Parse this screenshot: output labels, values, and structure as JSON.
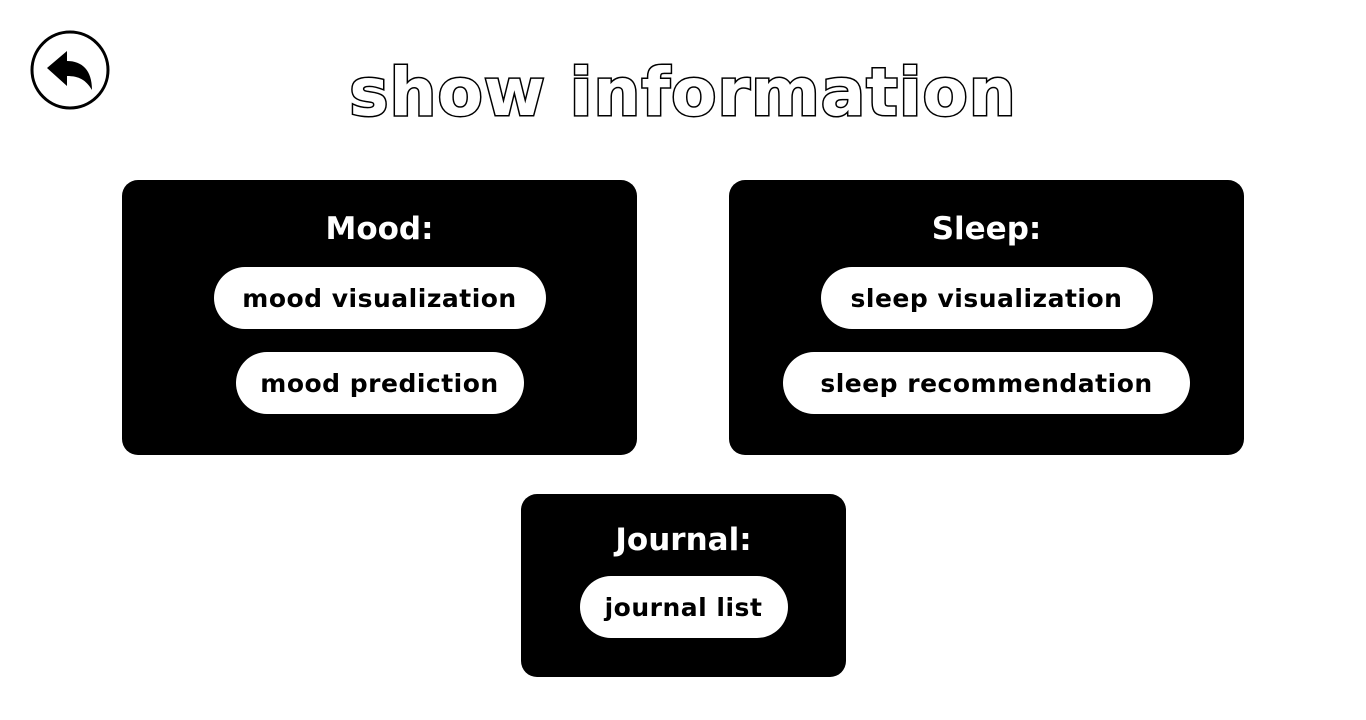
{
  "header": {
    "title": "show information",
    "back_icon": "back-arrow-icon"
  },
  "mood": {
    "heading": "Mood:",
    "buttons": [
      {
        "label": "mood visualization"
      },
      {
        "label": "mood prediction"
      }
    ]
  },
  "sleep": {
    "heading": "Sleep:",
    "buttons": [
      {
        "label": "sleep visualization"
      },
      {
        "label": "sleep recommendation"
      }
    ]
  },
  "journal": {
    "heading": "Journal:",
    "buttons": [
      {
        "label": "journal list"
      }
    ]
  },
  "colors": {
    "panel_background": "#000000",
    "page_background": "#ffffff",
    "button_background": "#ffffff"
  }
}
